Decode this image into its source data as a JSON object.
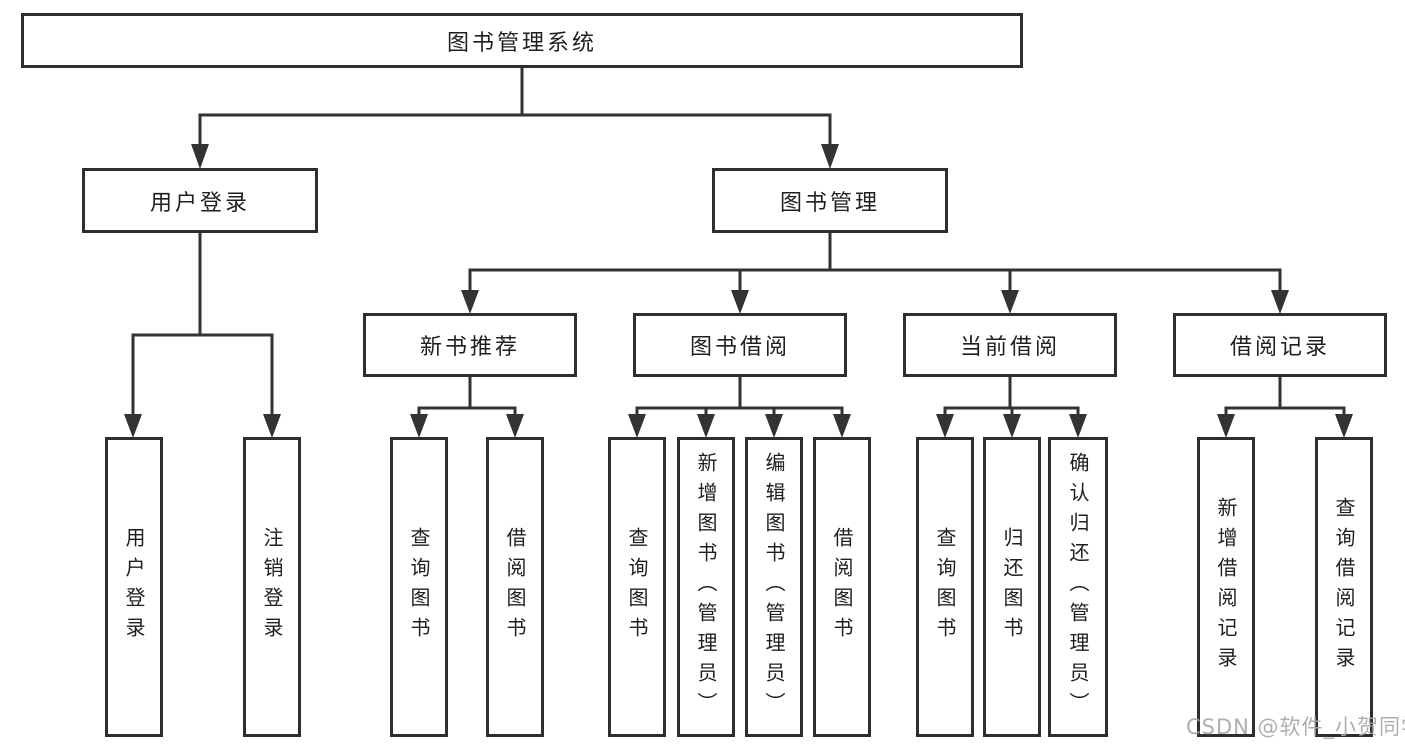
{
  "diagram": {
    "title": "图书管理系统",
    "type": "functional-structure-tree",
    "tree": {
      "label": "图书管理系统",
      "children": [
        {
          "label": "用户登录",
          "children": [
            {
              "label": "用户登录"
            },
            {
              "label": "注销登录"
            }
          ]
        },
        {
          "label": "图书管理",
          "children": [
            {
              "label": "新书推荐",
              "children": [
                {
                  "label": "查询图书"
                },
                {
                  "label": "借阅图书"
                }
              ]
            },
            {
              "label": "图书借阅",
              "children": [
                {
                  "label": "查询图书"
                },
                {
                  "label": "新增图书（管理员）"
                },
                {
                  "label": "编辑图书（管理员）"
                },
                {
                  "label": "借阅图书"
                }
              ]
            },
            {
              "label": "当前借阅",
              "children": [
                {
                  "label": "查询图书"
                },
                {
                  "label": "归还图书"
                },
                {
                  "label": "确认归还（管理员）"
                }
              ]
            },
            {
              "label": "借阅记录",
              "children": [
                {
                  "label": "新增借阅记录"
                },
                {
                  "label": "查询借阅记录"
                }
              ]
            }
          ]
        }
      ]
    },
    "watermark": "CSDN @软件_小贺同学",
    "colors": {
      "line": "#333333",
      "box_border": "#2e2e2e",
      "text": "#1f1f1f",
      "watermark": "#a8a8a8",
      "background": "#ffffff"
    }
  }
}
